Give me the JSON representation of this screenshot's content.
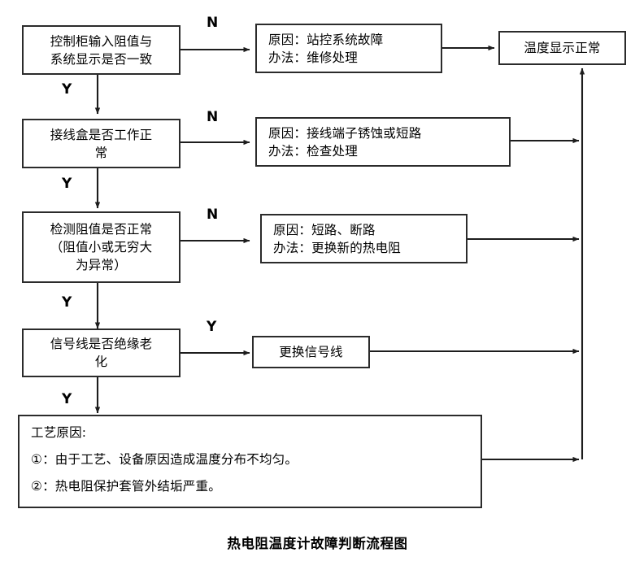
{
  "diagram": {
    "caption": "热电阻温度计故障判断流程图",
    "stroke_color": "#2b2b2b",
    "background": "#ffffff",
    "nodes": {
      "decision1": {
        "line1": "控制柜输入阻值与",
        "line2": "系统显示是否一致"
      },
      "cause1": {
        "line1": "原因：站控系统故障",
        "line2": "办法：维修处理"
      },
      "result": {
        "line1": "温度显示正常"
      },
      "decision2": {
        "line1": "接线盒是否工作正",
        "line2": "常"
      },
      "cause2": {
        "line1": "原因：接线端子锈蚀或短路",
        "line2": "办法：检查处理"
      },
      "decision3": {
        "line1": "检测阻值是否正常",
        "line2": "（阻值小或无穷大",
        "line3": "为异常）"
      },
      "cause3": {
        "line1": "原因：短路、断路",
        "line2": "办法：更换新的热电阻"
      },
      "decision4": {
        "line1": "信号线是否绝缘老",
        "line2": "化"
      },
      "action4": {
        "line1": "更换信号线"
      },
      "process_reason": {
        "line1": "工艺原因:",
        "line2": "①：由于工艺、设备原因造成温度分布不均匀。",
        "line3": "②：热电阻保护套管外结垢严重。"
      }
    },
    "edge_labels": {
      "n1": "N",
      "y1": "Y",
      "n2": "N",
      "y2": "Y",
      "n3": "N",
      "y3": "Y",
      "y4": "Y",
      "y5": "Y"
    }
  }
}
